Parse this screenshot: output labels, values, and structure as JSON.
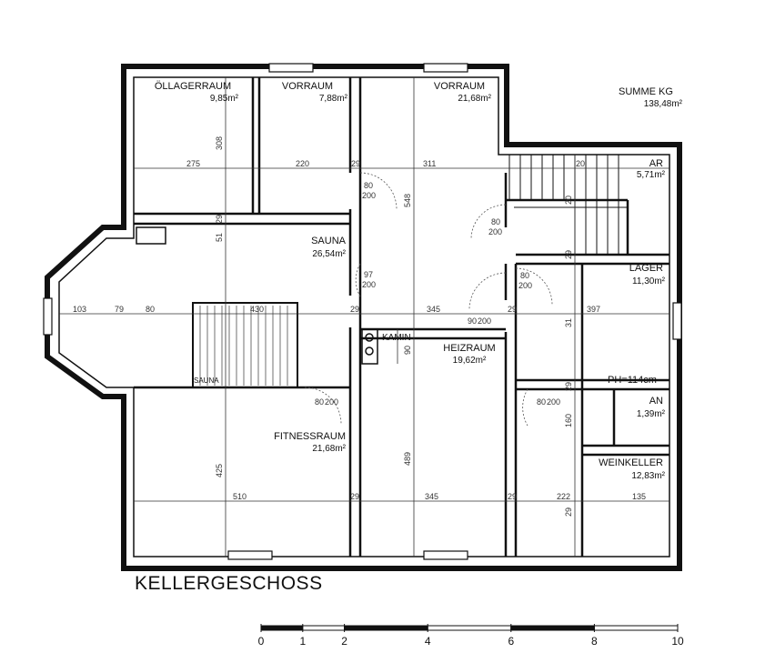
{
  "summary": {
    "label": "SUMME KG",
    "value": "138,48m²"
  },
  "title": "KELLERGESCHOSS",
  "rooms": [
    {
      "name": "ÖLLAGERRAUM",
      "area": "9,85m²"
    },
    {
      "name": "VORRAUM",
      "area": "7,88m²"
    },
    {
      "name": "VORRAUM",
      "area": "21,68m²"
    },
    {
      "name": "AR",
      "area": "5,71m²"
    },
    {
      "name": "SAUNA",
      "area": "26,54m²"
    },
    {
      "name": "LAGER",
      "area": "11,30m²"
    },
    {
      "name": "HEIZRAUM",
      "area": "19,62m²"
    },
    {
      "name": "AN",
      "area": "1,39m²"
    },
    {
      "name": "FITNESSRAUM",
      "area": "21,68m²"
    },
    {
      "name": "WEINKELLER",
      "area": "12,83m²"
    }
  ],
  "labels": {
    "kamin": "KAMIN",
    "sauna_cabin": "SAUNA",
    "room_height": "PH=114cm"
  },
  "doors": {
    "d1": {
      "w": "80",
      "h": "200"
    },
    "d2": {
      "w": "80",
      "h": "200"
    },
    "d3": {
      "w": "97",
      "h": "200"
    },
    "d4": {
      "w": "80",
      "h": "200"
    },
    "d5": {
      "w": "90",
      "h": "200"
    },
    "d6": {
      "w": "80",
      "h": "200"
    },
    "d7": {
      "w": "80",
      "h": "200"
    }
  },
  "dimensions": {
    "top_row": [
      "275",
      "220",
      "29",
      "311",
      "20"
    ],
    "mid_row": [
      "103",
      "79",
      "80",
      "430",
      "29",
      "345",
      "29",
      "397"
    ],
    "bottom_row": [
      "510",
      "29",
      "345",
      "29",
      "222",
      "135"
    ],
    "vertical": [
      "308",
      "29",
      "51",
      "548",
      "20",
      "29",
      "31",
      "90",
      "29",
      "160",
      "425",
      "489",
      "29"
    ]
  },
  "scale_bar": {
    "ticks": [
      "0",
      "1",
      "2",
      "4",
      "6",
      "8",
      "10"
    ],
    "max": 10
  }
}
